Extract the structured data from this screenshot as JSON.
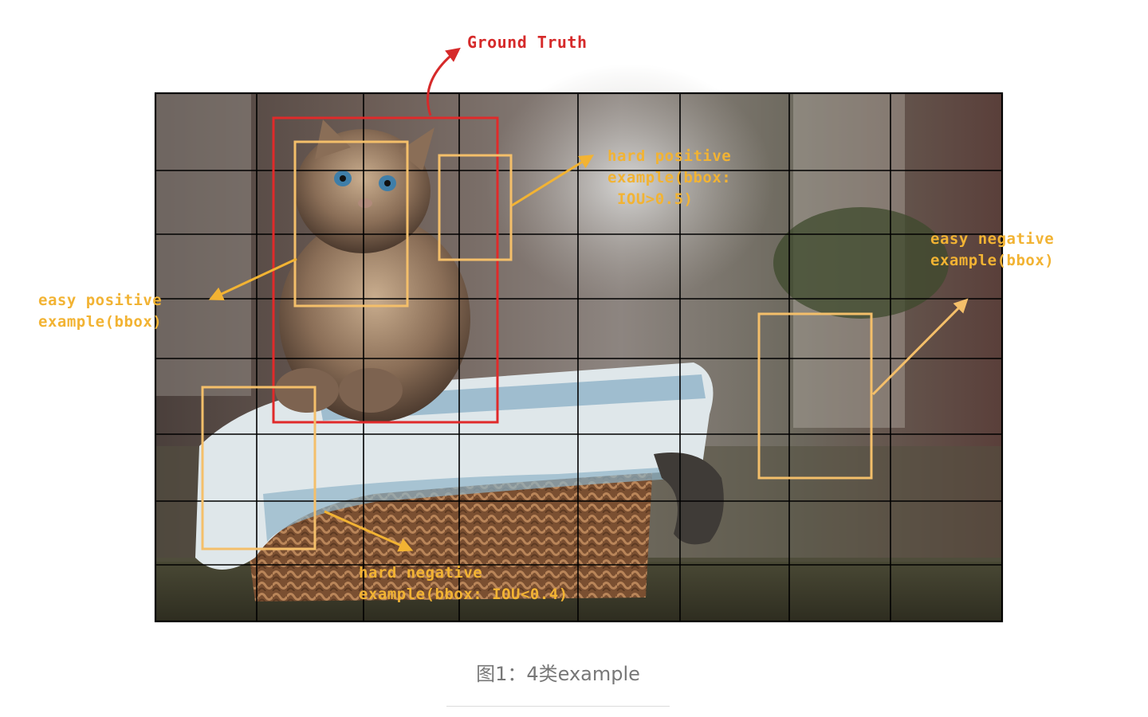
{
  "labels": {
    "ground_truth": "Ground Truth",
    "hard_positive": "hard positive\nexample(bbox:\n IOU>0.5)",
    "easy_positive": "easy positive\nexample(bbox)",
    "easy_negative": "easy negative\nexample(bbox)",
    "hard_negative": "hard negative\nexample(bbox: IOU<0.4)"
  },
  "caption": "图1：4类example",
  "colors": {
    "ground_truth": "#e02a2a",
    "example_box": "#f4bf6a",
    "arrow": "#f2b333",
    "grid": "#000000"
  }
}
